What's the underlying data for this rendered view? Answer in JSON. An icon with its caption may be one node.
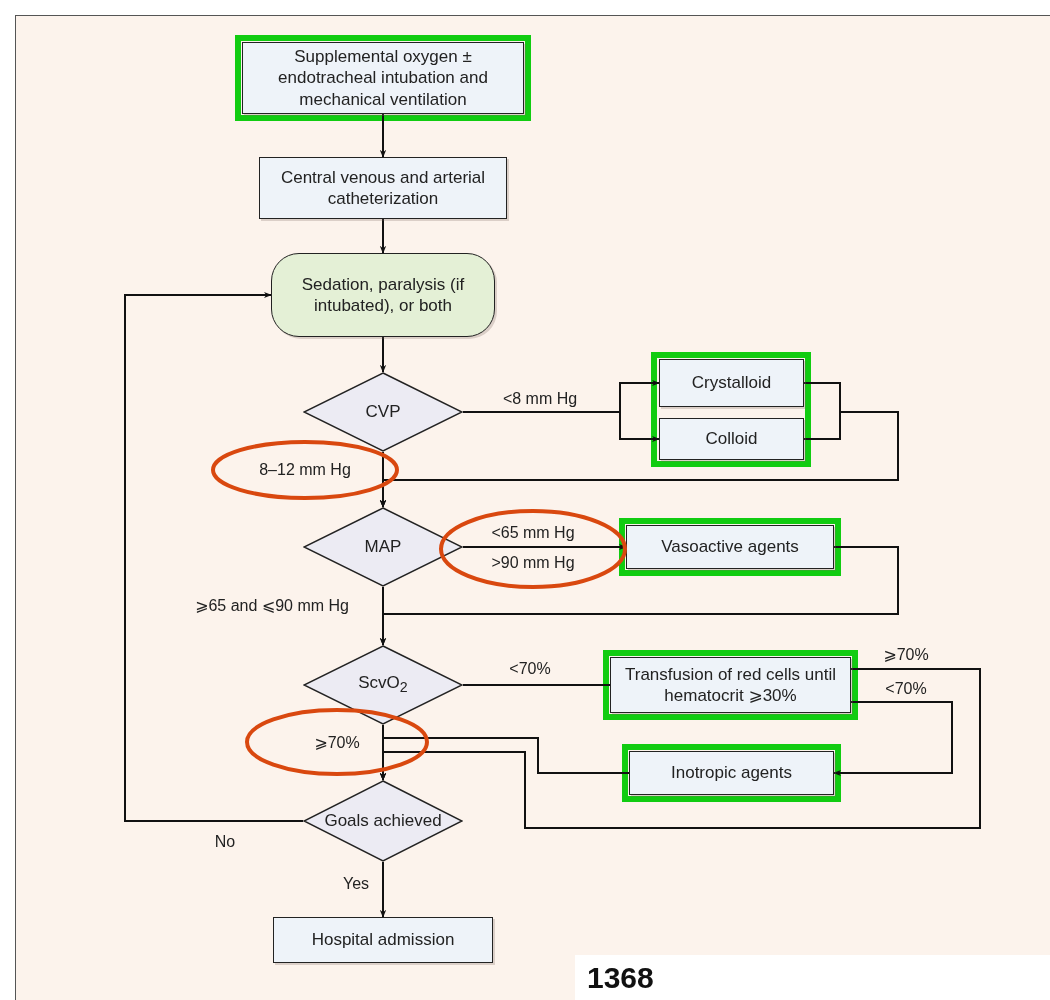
{
  "diagram": {
    "nodes": [
      {
        "text": [
          "Supplemental oxygen ± endotracheal intubation and mechanical ventilation"
        ]
      },
      {
        "text": [
          "Central venous and arterial catheterization"
        ]
      },
      {
        "text": [
          "Sedation, paralysis (if intubated), or both"
        ]
      },
      {
        "text": [
          "CVP"
        ]
      },
      {
        "text": [
          "Crystalloid"
        ]
      },
      {
        "text": [
          "Colloid"
        ]
      },
      {
        "text": [
          "MAP"
        ]
      },
      {
        "text": [
          "Vasoactive agents"
        ]
      },
      {
        "text": [
          "ScvO$_{2}$"
        ]
      },
      {
        "text": [
          "Transfusion of red cells until hematocrit ⩾30%"
        ]
      },
      {
        "text": [
          "Inotropic agents"
        ]
      },
      {
        "text": [
          "Goals achieved"
        ]
      },
      {
        "text": [
          "Hospital admission"
        ]
      }
    ],
    "edges": [
      {
        "from": 0,
        "to": 1,
        "arrow": "to"
      },
      {
        "from": 1,
        "to": 2,
        "arrow": "to"
      },
      {
        "from": 2,
        "to": 3,
        "arrow": "to"
      },
      {
        "from": 3,
        "to": 4,
        "arrow": "to",
        "label": "<8 mm Hg"
      },
      {
        "from": 3,
        "to": 5,
        "arrow": "to"
      },
      {
        "from": 4,
        "to": 6,
        "arrow": "to"
      },
      {
        "from": 5,
        "to": 6,
        "arrow": "to"
      },
      {
        "from": 3,
        "to": 6,
        "arrow": "to",
        "label": "8–12 mm Hg"
      },
      {
        "from": 6,
        "to": 7,
        "arrow": "to",
        "label": "<65 mm Hg"
      },
      {
        "from": 7,
        "to": 8,
        "arrow": "to"
      },
      {
        "from": 6,
        "to": 8,
        "arrow": "to",
        "label": "⩾65 and ⩽90 mm Hg"
      },
      {
        "from": 8,
        "to": 9,
        "arrow": "none",
        "label": "<70%"
      },
      {
        "from": 9,
        "to": 10,
        "arrow": "to",
        "label": "<70%"
      },
      {
        "from": 9,
        "to": 11,
        "arrow": "to",
        "label": "⩾70%"
      },
      {
        "from": 10,
        "to": 11,
        "arrow": "to"
      },
      {
        "from": 8,
        "to": 11,
        "arrow": "to",
        "label": "⩾70%"
      },
      {
        "from": 11,
        "to": 2,
        "arrow": "to",
        "label": "No"
      },
      {
        "from": 11,
        "to": 12,
        "arrow": "to",
        "label": "Yes"
      }
    ],
    "labels": [
      ">90 mm Hg",
      "1368"
    ]
  }
}
